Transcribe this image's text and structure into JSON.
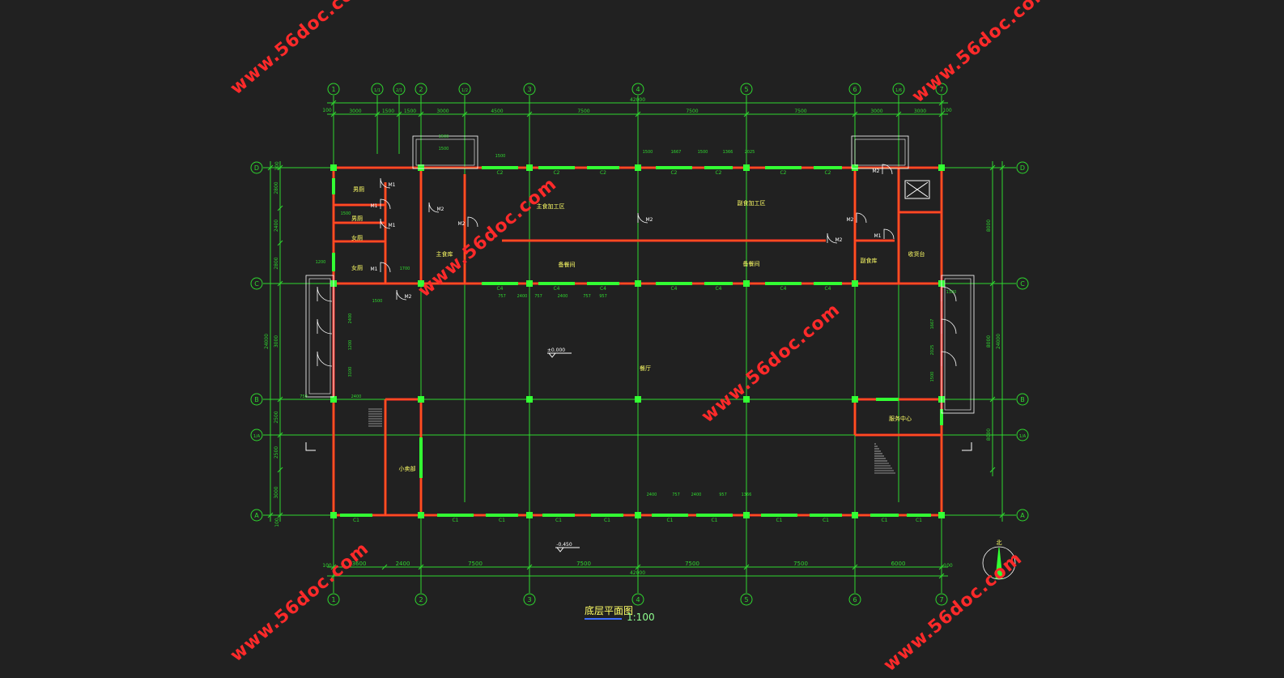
{
  "drawing": {
    "title": "底层平面图",
    "scale": "1:100",
    "north_label": "北"
  },
  "watermark": "www.56doc.com",
  "colors": {
    "background": "#212121",
    "axis": "#2fd82f",
    "wall": "#ff2a2a",
    "window": "#33ff33",
    "text": "#ffff66",
    "watermark": "#ff2a2a"
  },
  "grid_h_labels": [
    "1",
    "1/1",
    "2/1",
    "2",
    "1/2",
    "3",
    "4",
    "5",
    "6",
    "1/6",
    "7"
  ],
  "grid_bottom_labels": [
    "1",
    "2",
    "3",
    "4",
    "5",
    "6",
    "7"
  ],
  "grid_v_labels": [
    "D",
    "C",
    "B",
    "1/A",
    "A"
  ],
  "dims_top": [
    "3000",
    "1500",
    "1500",
    "3000",
    "4500",
    "7500",
    "7500",
    "7500",
    "3000",
    "3000"
  ],
  "dim_top_total": "42000",
  "dims_bottom": [
    "3600",
    "2400",
    "7500",
    "7500",
    "7500",
    "7500",
    "6000"
  ],
  "dim_bottom_total": "42000",
  "dims_left": [
    "2800",
    "2400",
    "2800",
    "3000",
    "2500",
    "2500",
    "3000"
  ],
  "dims_left_total": "24000",
  "dims_right": [
    "8000",
    "8000",
    "24000",
    "8000"
  ],
  "edge_dim": "100",
  "rooms": [
    "男厕",
    "男厕",
    "女厕",
    "女厕",
    "主食加工区",
    "副食加工区",
    "主食库",
    "备餐间",
    "备餐间",
    "副食库",
    "收货台",
    "餐厅",
    "服务中心",
    "小卖部"
  ],
  "doors": [
    "M1",
    "M1",
    "M1",
    "M1",
    "M2",
    "M2",
    "M2",
    "M2",
    "M2",
    "M1",
    "M2",
    "M2"
  ],
  "windows": [
    "C2",
    "C2",
    "C2",
    "C2",
    "C2",
    "C2",
    "C2",
    "C4",
    "C4",
    "C4",
    "C4",
    "C4",
    "C4",
    "C4",
    "C1",
    "C1",
    "C1",
    "C1",
    "C1",
    "C1",
    "C1",
    "C1",
    "C1",
    "C1",
    "C1"
  ],
  "misc_dims": [
    "1500",
    "1500",
    "1500",
    "1700",
    "1500",
    "1200",
    "1500",
    "2400",
    "1200",
    "3100",
    "2400",
    "757",
    "2400",
    "757",
    "2400",
    "757",
    "957",
    "2400",
    "757",
    "2400",
    "957",
    "1366",
    "1500",
    "1667",
    "1500",
    "1366",
    "2025",
    "1667",
    "2025",
    "1500",
    "1300",
    "750"
  ],
  "levels": [
    "±0.000",
    "-0.450"
  ]
}
